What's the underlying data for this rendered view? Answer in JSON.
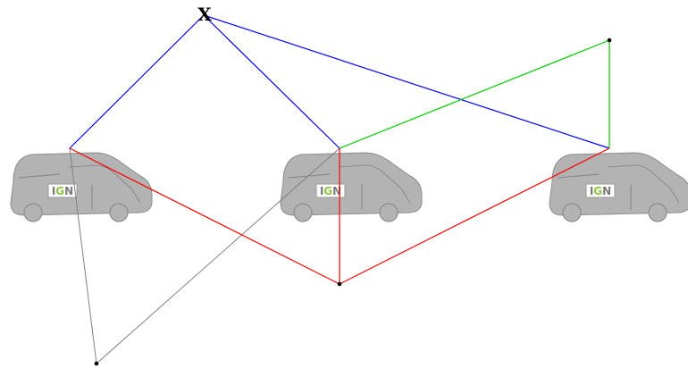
{
  "diagram": {
    "point_label": "X",
    "vehicles": [
      {
        "logo_text": "IGN"
      },
      {
        "logo_text": "IGN"
      },
      {
        "logo_text": "IGN"
      }
    ],
    "colors": {
      "blue_rays": "#0000ff",
      "red_baseline": "#ff0000",
      "green_ray": "#00cc00",
      "gray_ray": "#808080",
      "point": "#000000",
      "van": "#b3b3b3",
      "logo_letters": "#7a7a7a",
      "logo_accent": "#8cc63f"
    }
  }
}
